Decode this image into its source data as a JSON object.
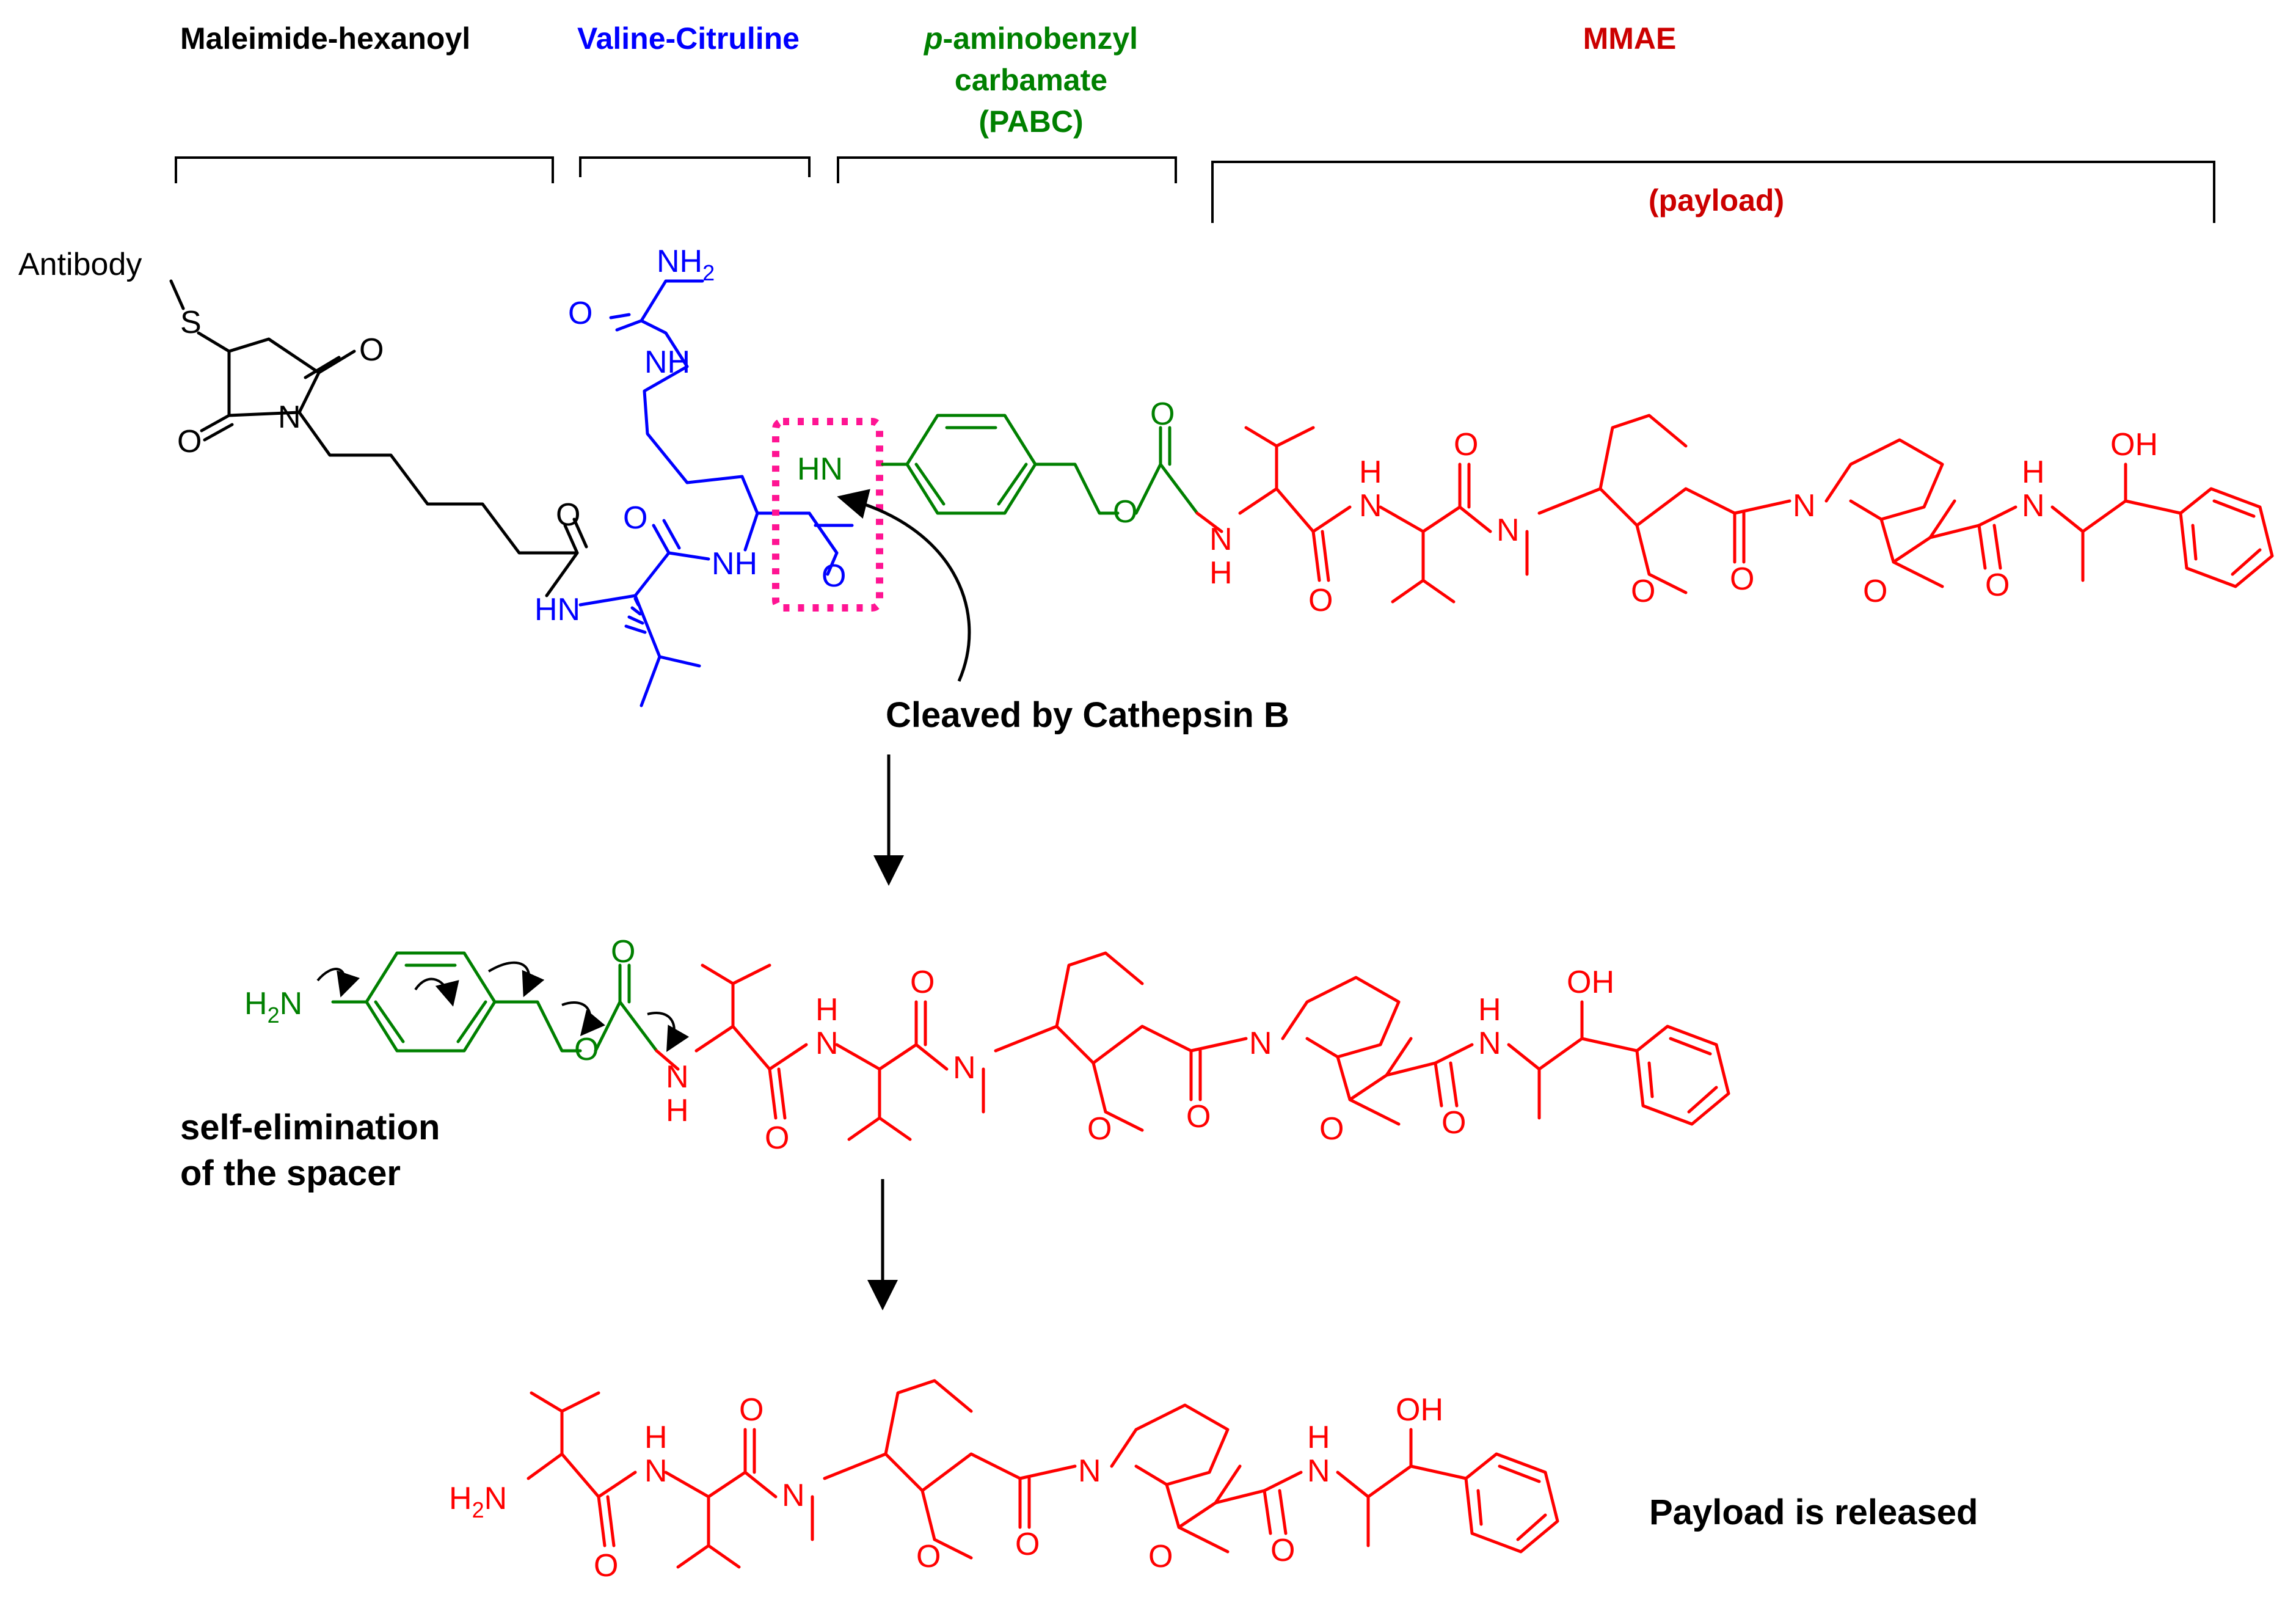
{
  "colors": {
    "black": "#000000",
    "blue": "#0000ff",
    "green": "#008000",
    "red": "#ff0000",
    "magenta": "#ff1493"
  },
  "headers": {
    "maleimide": "Maleimide-hexanoyl",
    "valcit": "Valine-Citruline",
    "pabc_italic": "p",
    "pabc_line1": "-aminobenzyl",
    "pabc_line2": "carbamate",
    "pabc_line3": "(PABC)",
    "mmae": "MMAE",
    "payload": "(payload)"
  },
  "captions": {
    "cleaved": "Cleaved by Cathepsin B",
    "self_elim_1": "self-elimination",
    "self_elim_2": "of the spacer",
    "released": "Payload is released"
  },
  "atoms": {
    "antibody": "Antibody",
    "S": "S",
    "O": "O",
    "N": "N",
    "NH": "NH",
    "HN": "HN",
    "H": "H",
    "NH2_base": "NH",
    "H2N_base": "H",
    "N_suffix": "N",
    "two": "2",
    "OH": "OH"
  }
}
